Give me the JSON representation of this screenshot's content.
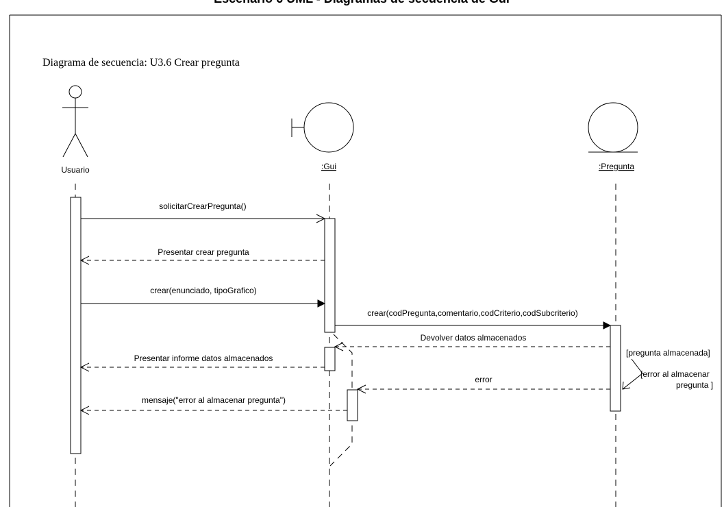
{
  "page_heading": "Escenario 6 UML - Diagramas de secuencia de Gui",
  "diagram_title": "Diagrama de secuencia: U3.6 Crear pregunta",
  "participants": [
    {
      "id": "usuario",
      "label": "Usuario",
      "kind": "actor"
    },
    {
      "id": "gui",
      "label": ":Gui",
      "kind": "boundary"
    },
    {
      "id": "pregunta",
      "label": ":Pregunta",
      "kind": "entity"
    }
  ],
  "messages": [
    {
      "label": "solicitarCrearPregunta()",
      "from": "usuario",
      "to": "gui",
      "style": "sync"
    },
    {
      "label": "Presentar crear pregunta",
      "from": "gui",
      "to": "usuario",
      "style": "return"
    },
    {
      "label": "crear(enunciado, tipoGrafico)",
      "from": "usuario",
      "to": "gui",
      "style": "call"
    },
    {
      "label": "crear(codPregunta,comentario,codCriterio,codSubcriterio)",
      "from": "gui",
      "to": "pregunta",
      "style": "call"
    },
    {
      "label": "Devolver datos almacenados",
      "from": "pregunta",
      "to": "gui",
      "style": "return"
    },
    {
      "label": "Presentar informe datos almacenados",
      "from": "gui",
      "to": "usuario",
      "style": "return"
    },
    {
      "label": "error",
      "from": "pregunta",
      "to": "gui",
      "style": "return"
    },
    {
      "label": "mensaje(\"error al almacenar pregunta\")",
      "from": "gui",
      "to": "usuario",
      "style": "return"
    }
  ],
  "guards": {
    "success": "[pregunta almacenada]",
    "error_line1": "[error al almacenar",
    "error_line2": "pregunta ]"
  },
  "colors": {
    "line": "#000000",
    "background": "#ffffff"
  }
}
